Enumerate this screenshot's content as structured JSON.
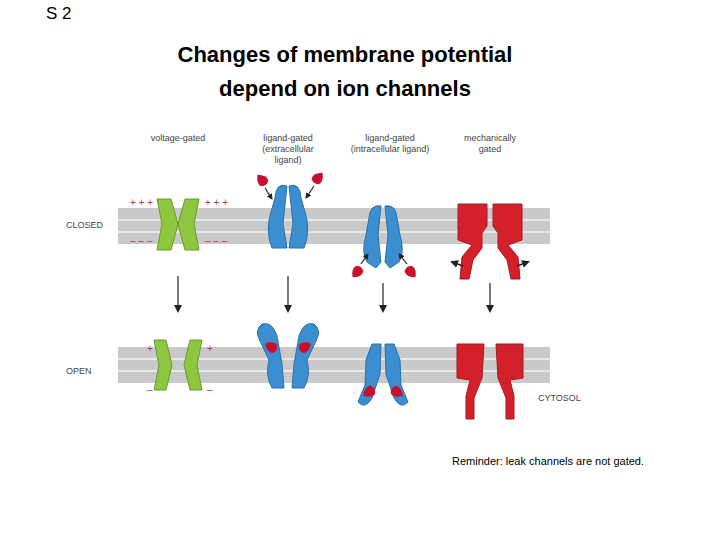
{
  "diagram": {
    "title": "Changes of membrane potential depend on ion channels",
    "labels": [
      "S 2",
      "voltage-gated",
      "ligand-gated (extracellular ligand)",
      "ligand-gated (intracellular ligand)",
      "mechanically gated",
      "+ + +",
      "+ + +",
      "– – –",
      "– – –",
      "CLOSED",
      "+",
      "+",
      "–",
      "–",
      "OPEN",
      "CYTOSOL",
      "Reminder: leak channels are not gated."
    ]
  }
}
